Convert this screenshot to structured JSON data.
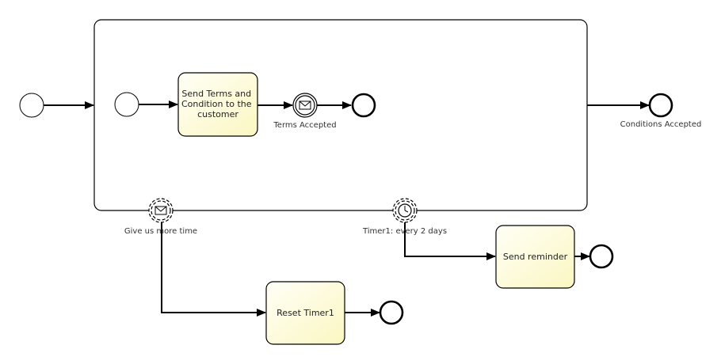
{
  "diagram": {
    "type": "BPMN process",
    "colors": {
      "task_fill_start": "#fffff8",
      "task_fill_end": "#fcf8c8",
      "stroke": "#000000",
      "text": "#333333"
    },
    "start_event": {
      "label": ""
    },
    "subprocess": {
      "label": "",
      "inner_start_event": {
        "label": ""
      },
      "task_send_terms": {
        "lines": [
          "Send Terms and",
          "Condition to the",
          "customer"
        ]
      },
      "message_catch_event": {
        "label": "Terms Accepted",
        "icon": "envelope-icon"
      },
      "inner_end_event": {
        "label": ""
      }
    },
    "end_event_conditions": {
      "label": "Conditions Accepted"
    },
    "boundary_message_event": {
      "label": "Give us more time",
      "icon": "envelope-icon",
      "interrupting": false
    },
    "boundary_timer_event": {
      "label": "Timer1: every 2 days",
      "icon": "clock-icon",
      "interrupting": false
    },
    "task_send_reminder": {
      "lines": [
        "Send reminder"
      ]
    },
    "task_reset_timer": {
      "lines": [
        "Reset Timer1"
      ]
    },
    "end_event_reminder": {
      "label": ""
    },
    "end_event_reset": {
      "label": ""
    }
  }
}
